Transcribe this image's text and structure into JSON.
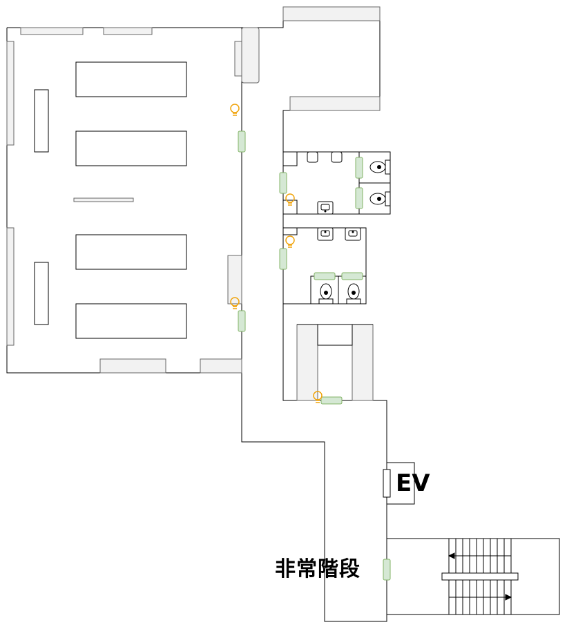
{
  "labels": {
    "elevator": "EV",
    "emergency_stairs": "非常階段"
  },
  "icons": {
    "light": "light-bulb-icon",
    "door": "door-marker",
    "toilet": "toilet-icon",
    "sink": "sink-icon",
    "stairs": "staircase-icon"
  },
  "colors": {
    "wall": "#000000",
    "window": "#f2f2f2",
    "door_fill": "#d5e8d4",
    "door_stroke": "#82b366",
    "light_bulb": "#f0a30a"
  }
}
